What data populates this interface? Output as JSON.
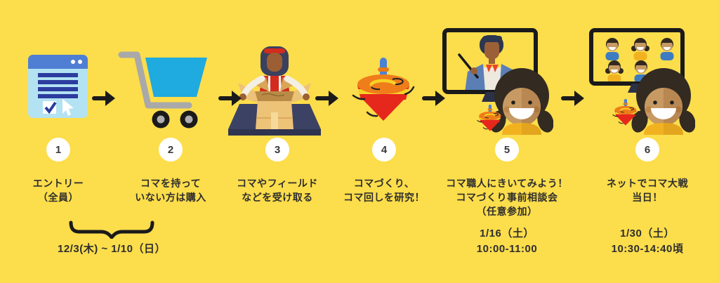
{
  "page": {
    "type": "process-flow-infographic",
    "background_color": "#FCDD4B",
    "text_color": "#2E2E2E",
    "arrow_color": "#1A1A1A",
    "badge_color": "#FFFFFF"
  },
  "steps": [
    {
      "number": "1",
      "icon": "entry-form-icon",
      "label_lines": [
        "エントリー",
        "（全員）"
      ]
    },
    {
      "number": "2",
      "icon": "shopping-cart-icon",
      "label_lines": [
        "コマを持って",
        "いない方は購入"
      ]
    },
    {
      "number": "3",
      "icon": "receive-package-icon",
      "label_lines": [
        "コマやフィールド",
        "などを受け取る"
      ]
    },
    {
      "number": "4",
      "icon": "spinning-top-icon",
      "label_lines": [
        "コマづくり、",
        "コマ回しを研究！"
      ]
    },
    {
      "number": "5",
      "icon": "online-consultation-icon",
      "label_lines": [
        "コマ職人にきいてみよう！",
        "コマづくり事前相談会",
        "（任意参加）"
      ],
      "date_lines": [
        "1/16（土）",
        "10:00-11:00"
      ]
    },
    {
      "number": "6",
      "icon": "online-battle-icon",
      "label_lines": [
        "ネットでコマ大戦",
        "当日！"
      ],
      "date_lines": [
        "1/30（土）",
        "10:30-14:40頃"
      ]
    }
  ],
  "entry_period": {
    "text": "12/3(木) ~ 1/10（日）"
  }
}
